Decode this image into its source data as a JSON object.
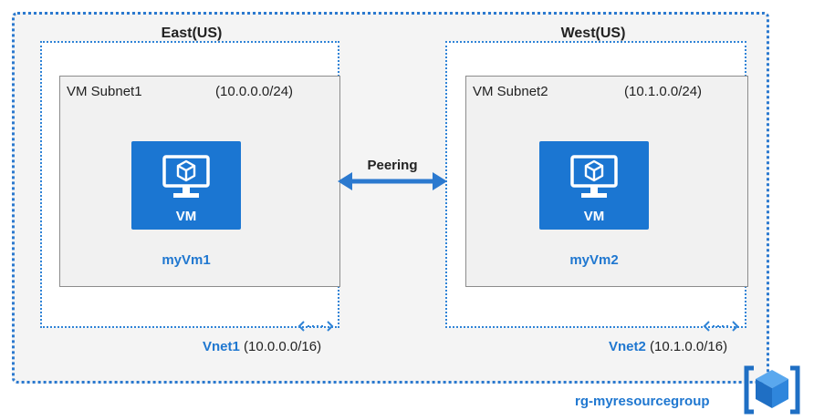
{
  "resource_group": {
    "name": "rg-myresourcegroup",
    "icon": "resource-group-cube-icon"
  },
  "peering": {
    "label": "Peering",
    "color": "#2b79cf"
  },
  "regions": [
    {
      "title": "East(US)",
      "vnet_name": "Vnet1",
      "vnet_cidr": "(10.0.0.0/16)",
      "subnet_name": "VM Subnet1",
      "subnet_cidr": "(10.0.0.0/24)",
      "vm_label": "VM",
      "vm_name": "myVm1"
    },
    {
      "title": "West(US)",
      "vnet_name": "Vnet2",
      "vnet_cidr": "(10.1.0.0/16)",
      "subnet_name": "VM Subnet2",
      "subnet_cidr": "(10.1.0.0/24)",
      "vm_label": "VM",
      "vm_name": "myVm2"
    }
  ],
  "colors": {
    "accent": "#1f77d0",
    "vm_tile": "#1b76d2",
    "border": "#2b79cf"
  }
}
